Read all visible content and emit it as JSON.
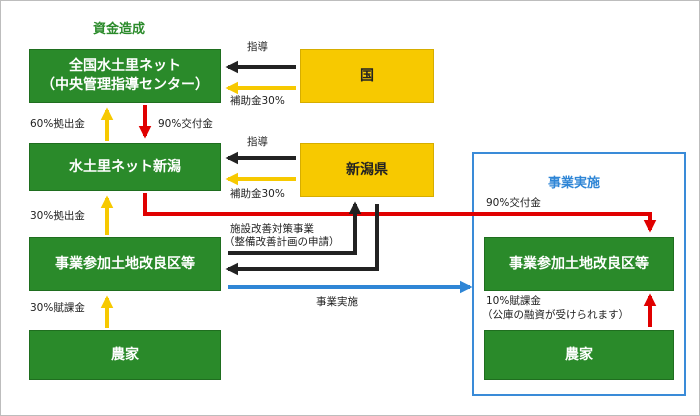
{
  "colors": {
    "green": "#2a8a2a",
    "yellow": "#f7c900",
    "black_arrow": "#222222",
    "yellow_arrow": "#f7c900",
    "red_arrow": "#e00000",
    "blue_arrow": "#2f86d6",
    "frame_blue": "#3a8bd8",
    "heading_green": "#2a8a2a",
    "heading_blue": "#2f86d6"
  },
  "headings": {
    "funding": "資金造成",
    "implementation": "事業実施"
  },
  "boxes": {
    "national_line1": "全国水土里ネット",
    "national_line2": "（中央管理指導センター）",
    "country": "国",
    "niigata_net": "水土里ネット新潟",
    "prefecture": "新潟県",
    "district_left": "事業参加土地改良区等",
    "farmer_left": "農家",
    "district_right": "事業参加土地改良区等",
    "farmer_right": "農家"
  },
  "labels": {
    "guidance_1": "指導",
    "subsidy_1": "補助金30%",
    "contrib_60": "60%拠出金",
    "grant_90_top": "90%交付金",
    "guidance_2": "指導",
    "subsidy_2": "補助金30%",
    "contrib_30": "30%拠出金",
    "grant_90_right": "90%交付金",
    "facility_line1": "施設改善対策事業",
    "facility_line2": "（整備改善計画の申請）",
    "levy_30": "30%賦課金",
    "implementation": "事業実施",
    "levy_10": "10%賦課金",
    "levy_10_note": "（公庫の融資が受けられます）"
  }
}
